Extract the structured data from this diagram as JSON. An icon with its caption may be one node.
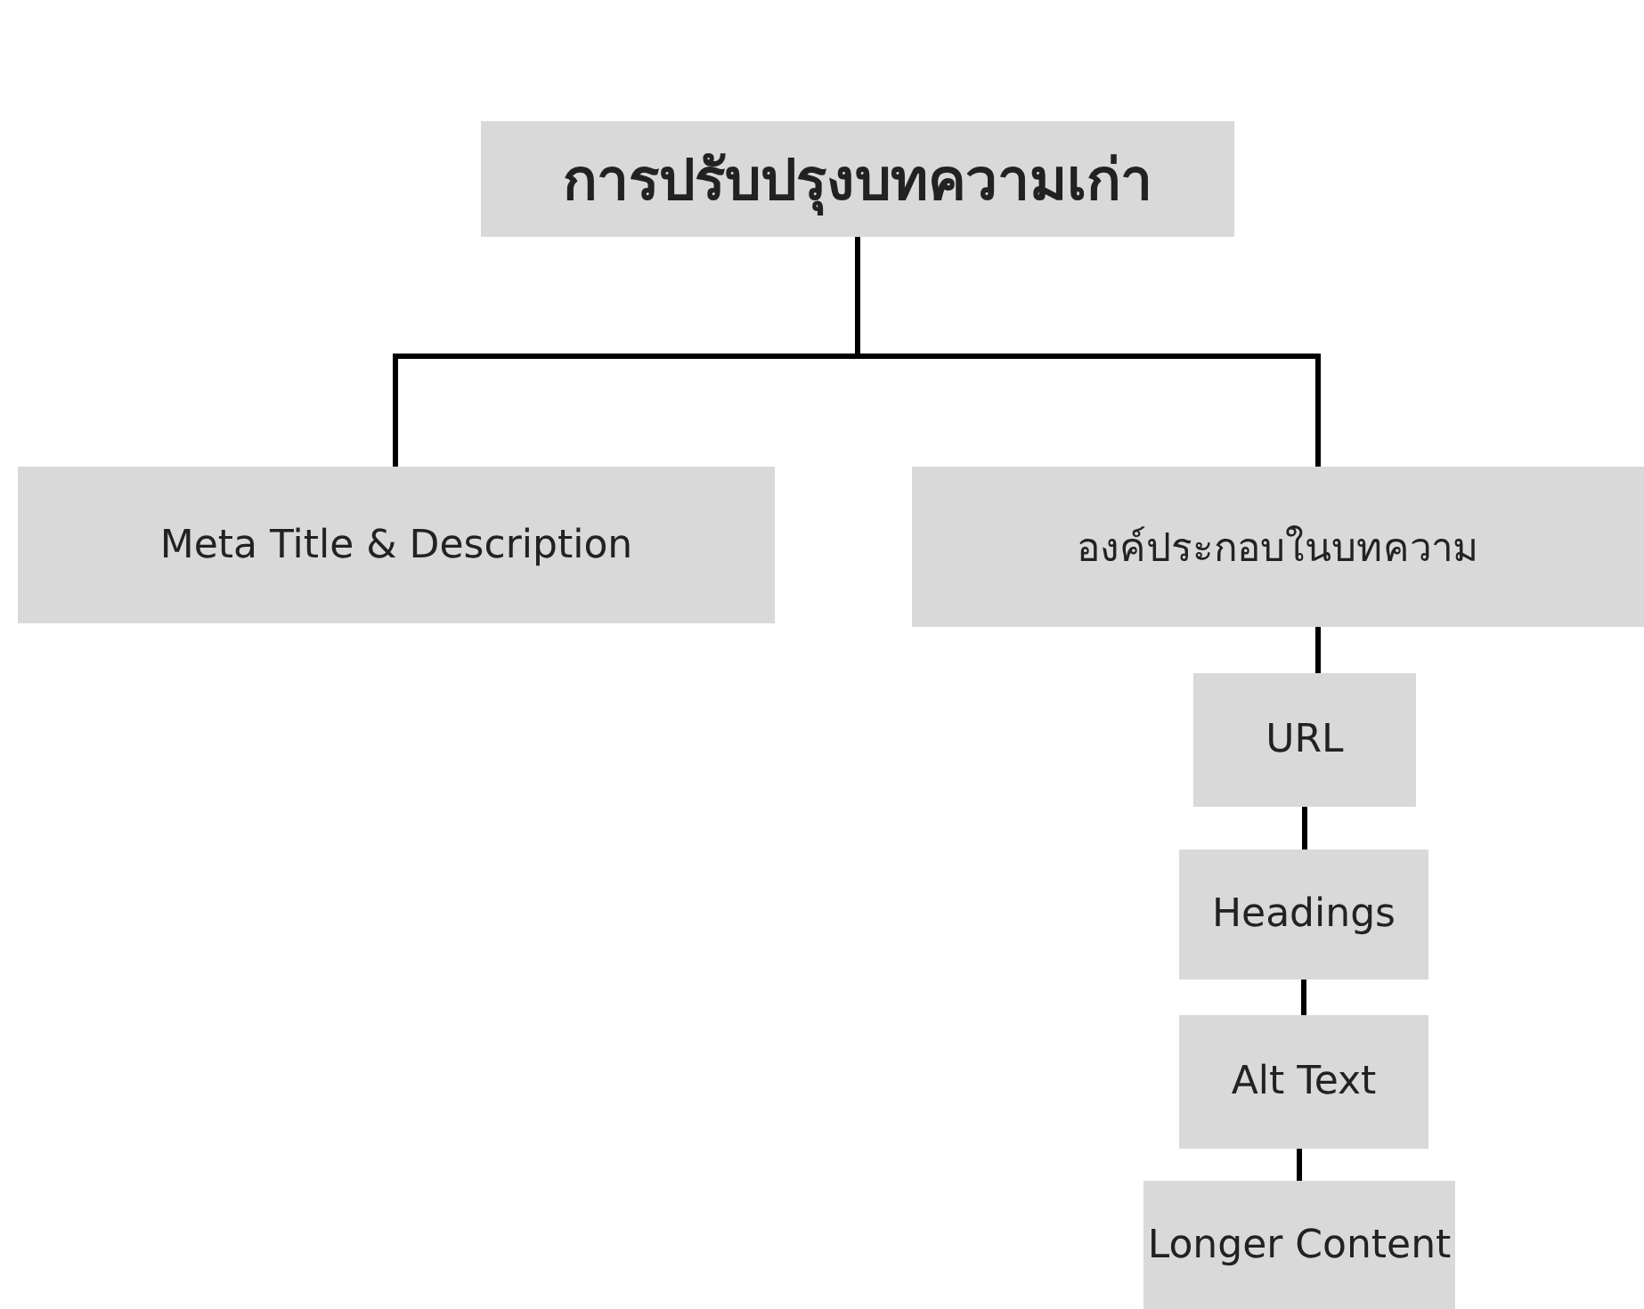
{
  "diagram": {
    "nodes": [
      {
        "text": [
          "การปรับปรุงบทความเก่า"
        ]
      },
      {
        "text": [
          "Meta Title & Description"
        ]
      },
      {
        "text": [
          "องค์ประกอบในบทความ"
        ]
      },
      {
        "text": [
          "URL"
        ]
      },
      {
        "text": [
          "Headings"
        ]
      },
      {
        "text": [
          "Alt Text"
        ]
      },
      {
        "text": [
          "Longer Content"
        ]
      }
    ],
    "edges": [
      {
        "from": 0,
        "to": 1,
        "arrow": "none"
      },
      {
        "from": 0,
        "to": 2,
        "arrow": "none"
      },
      {
        "from": 2,
        "to": 3,
        "arrow": "none"
      },
      {
        "from": 3,
        "to": 4,
        "arrow": "none"
      },
      {
        "from": 4,
        "to": 5,
        "arrow": "none"
      },
      {
        "from": 5,
        "to": 6,
        "arrow": "none"
      }
    ]
  }
}
